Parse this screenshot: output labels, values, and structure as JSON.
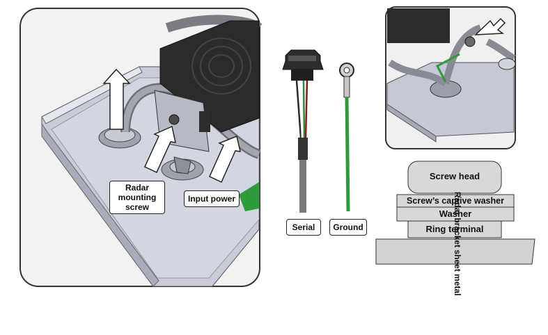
{
  "main_view": {
    "callouts": {
      "radar_screw": "Radar\nmounting\nscrew",
      "input_power": "Input power"
    }
  },
  "cables": {
    "serial_label": "Serial",
    "ground_label": "Ground",
    "serial_wire_colors": [
      "#2a2a2a",
      "#ffffff",
      "#2e8b3a",
      "#8b1a1a"
    ],
    "ground_wire_color": "#2e9b3a"
  },
  "stack_diagram": {
    "screw_head": "Screw head",
    "captive_washer": "Screw’s captive washer",
    "washer": "Washer",
    "ring_terminal": "Ring terminal",
    "sheet_metal": "Radar bracket sheet metal"
  },
  "colors": {
    "panel": "#c9ccd8",
    "device": "#2b2b2b",
    "arrow": "#ffffff"
  }
}
